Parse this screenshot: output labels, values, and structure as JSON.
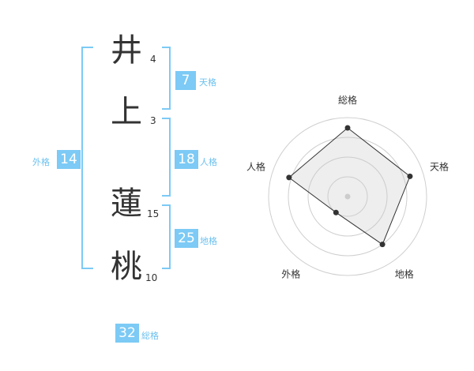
{
  "name": {
    "chars": [
      {
        "char": "井",
        "strokes": "4"
      },
      {
        "char": "上",
        "strokes": "3"
      },
      {
        "char": "蓮",
        "strokes": "15"
      },
      {
        "char": "桃",
        "strokes": "10"
      }
    ]
  },
  "kakusu": {
    "tenkaku": {
      "value": "7",
      "label": "天格"
    },
    "jinkaku": {
      "value": "18",
      "label": "人格"
    },
    "chikaku": {
      "value": "25",
      "label": "地格"
    },
    "gaikaku": {
      "value": "14",
      "label": "外格"
    },
    "soukaku": {
      "value": "32",
      "label": "総格"
    }
  },
  "colors": {
    "accent": "#7ccaf5",
    "bracket": "#7ccaf5",
    "text": "#333333"
  },
  "chart_data": {
    "type": "radar",
    "axes": [
      "総格",
      "天格",
      "地格",
      "外格",
      "人格"
    ],
    "values": [
      0.87,
      0.83,
      0.75,
      0.25,
      0.78
    ],
    "rmax": 1,
    "rings": 4
  }
}
